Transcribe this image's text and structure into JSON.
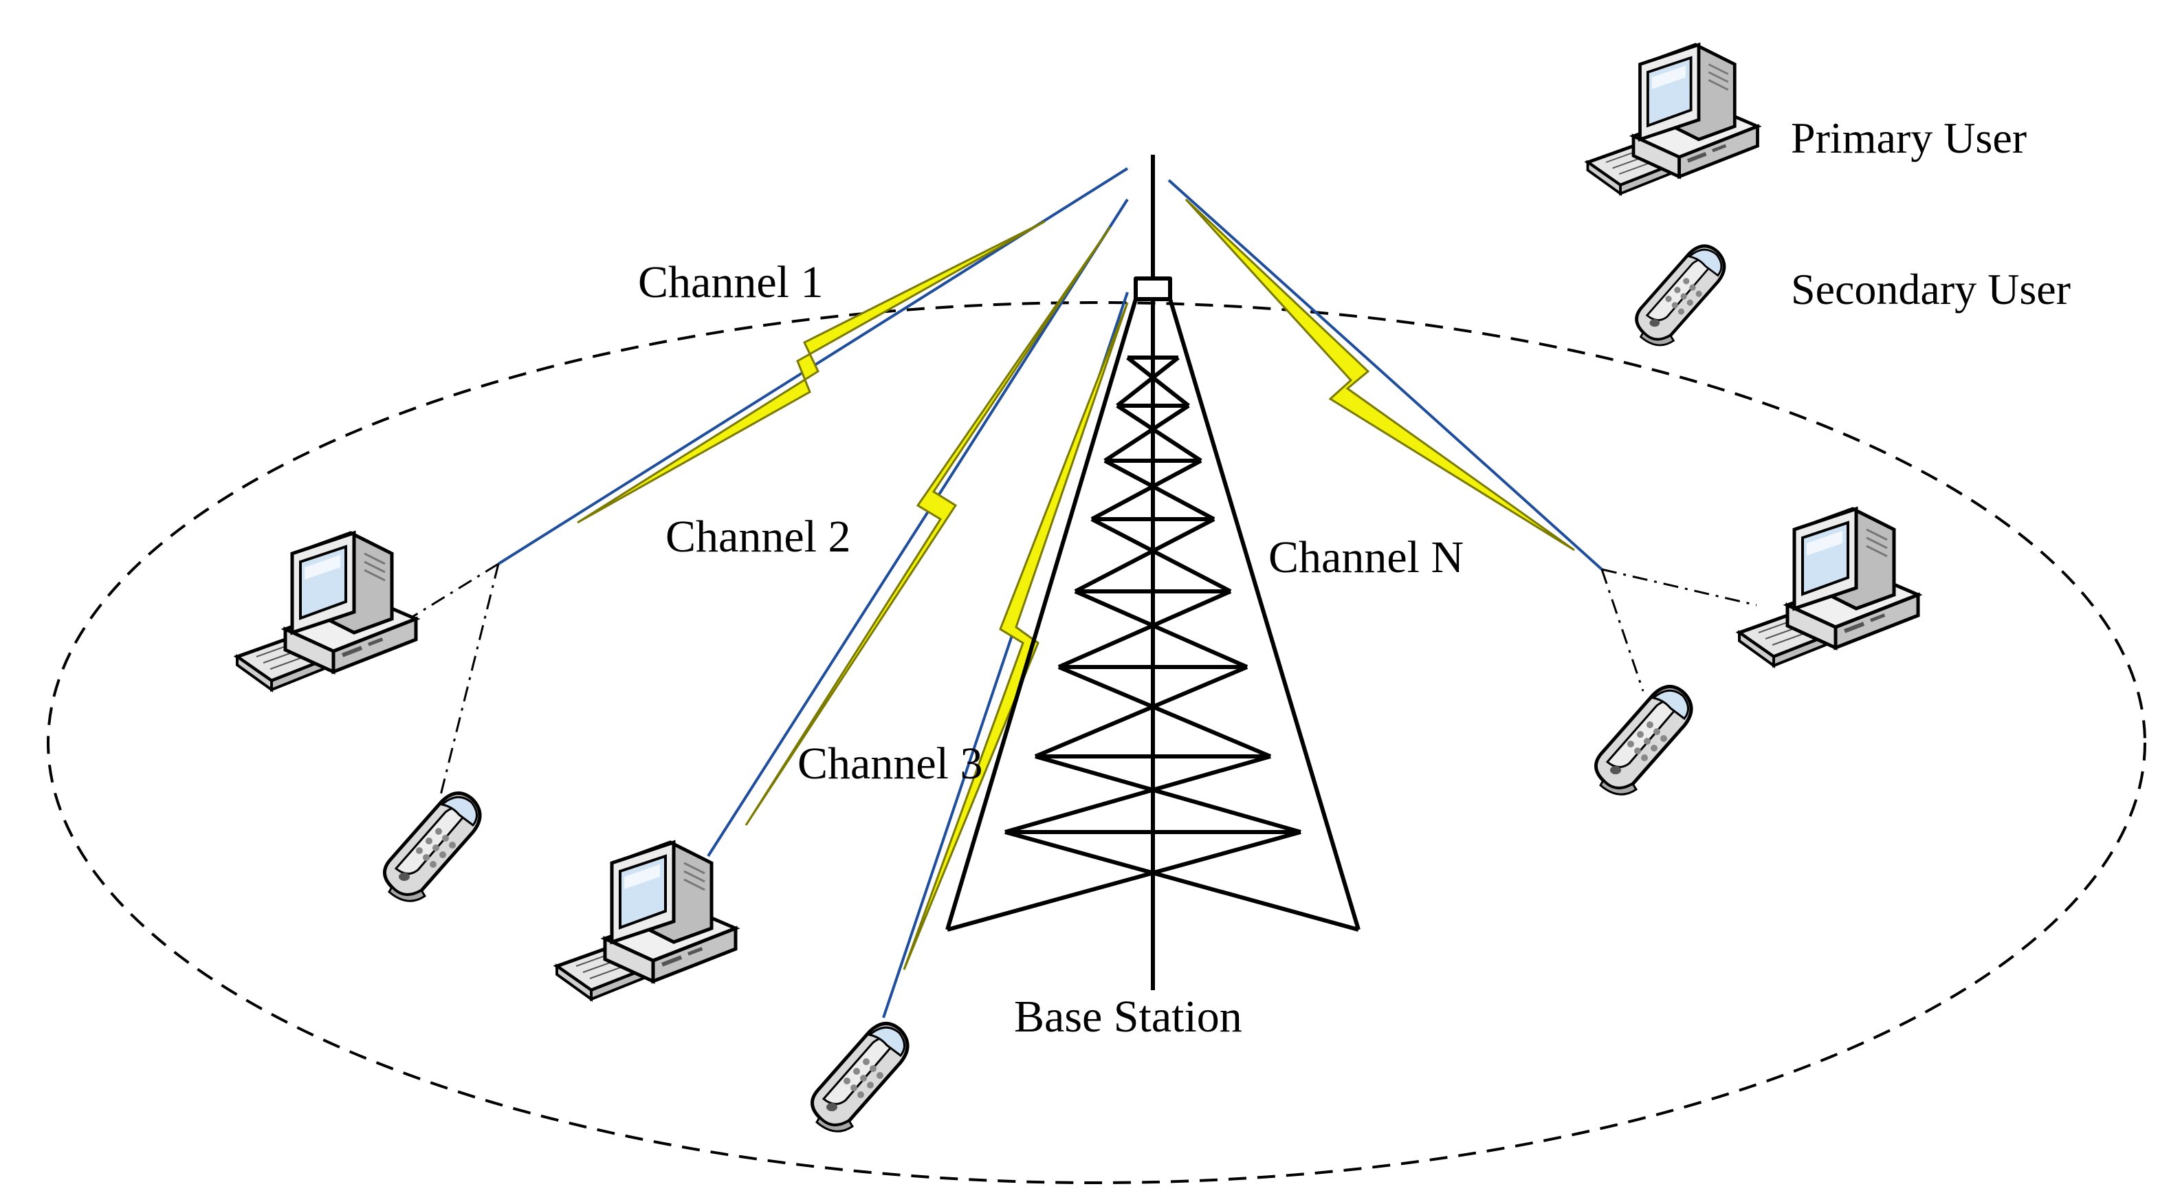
{
  "legend": {
    "primary_user": "Primary User",
    "secondary_user": "Secondary User"
  },
  "channels": [
    {
      "label": "Channel 1"
    },
    {
      "label": "Channel 2"
    },
    {
      "label": "Channel 3"
    },
    {
      "label": "Channel N"
    }
  ],
  "base_station": {
    "label": "Base Station"
  },
  "colors": {
    "link_line": "#1f4e9c",
    "lightning": "#f2f20a",
    "lightning_outline": "#7a7a00",
    "tower": "#000000",
    "coverage_boundary": "#000000",
    "device_body": "#e9e9e9",
    "device_outline": "#000000",
    "screen": "#cfe3f5"
  },
  "icons": {
    "primary_user": "desktop-computer-icon",
    "secondary_user": "mobile-phone-icon",
    "base_station": "transmission-tower-icon"
  }
}
